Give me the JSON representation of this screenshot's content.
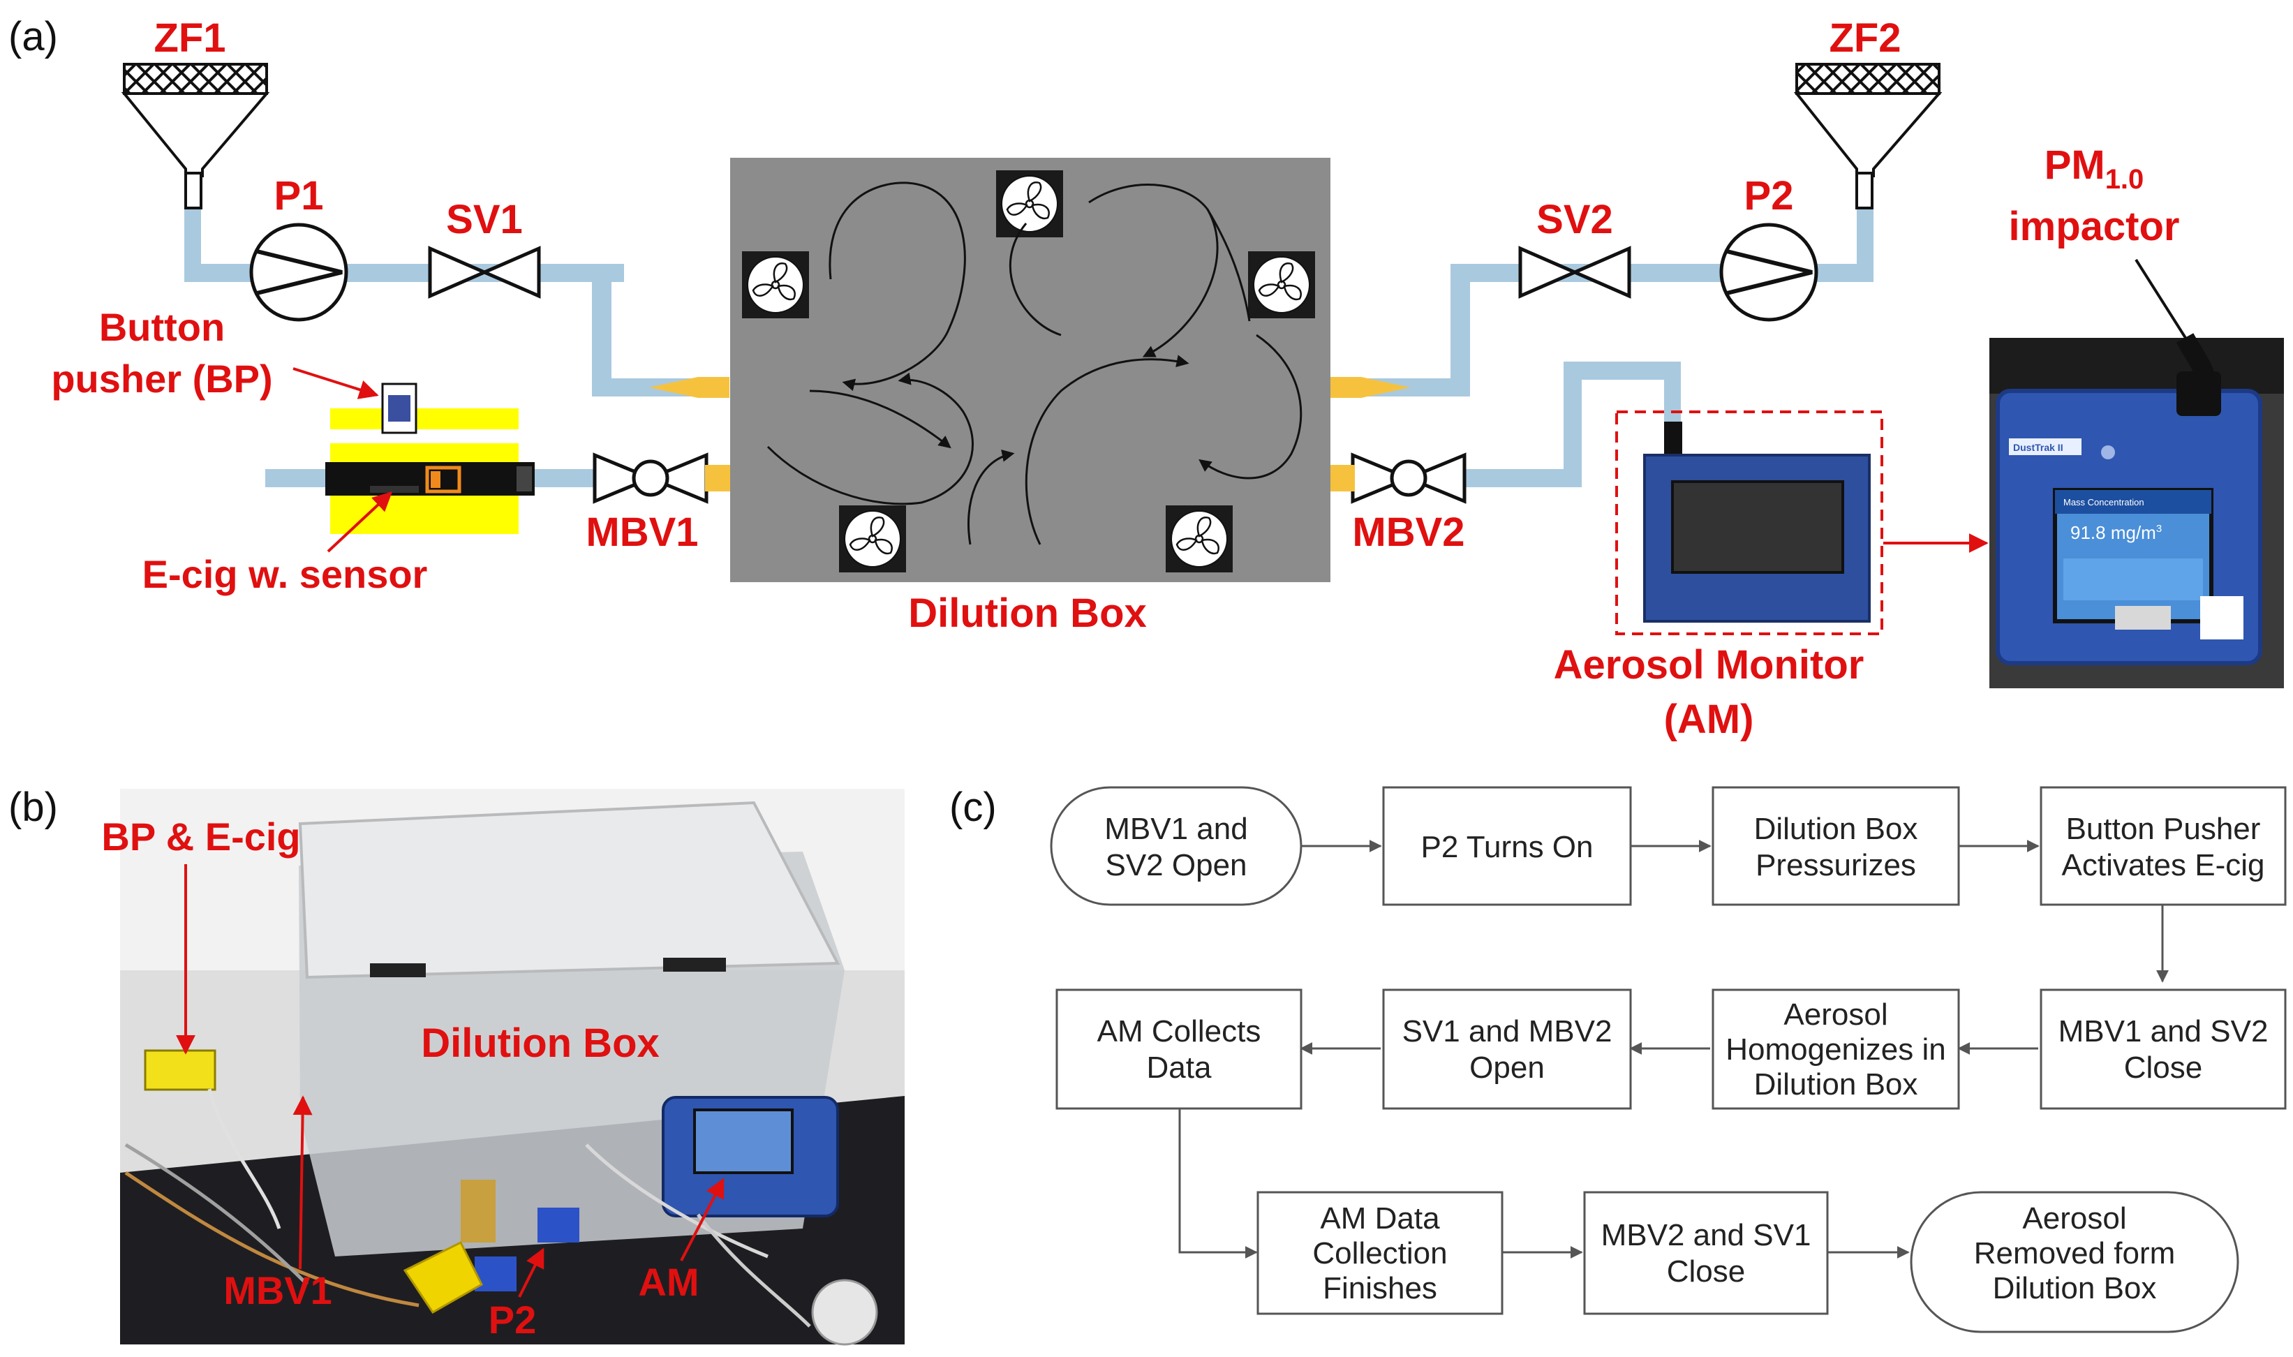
{
  "panels": {
    "a": "(a)",
    "b": "(b)",
    "c": "(c)"
  },
  "colors": {
    "label": "#e01010",
    "pipe": "#a9c9df",
    "box": "#8c8c8c",
    "valve_yellow": "#f6c23e",
    "ecig_yellow": "#ffff00",
    "monitor_blue": "#2d4f9e"
  },
  "schematic": {
    "zf1": "ZF1",
    "zf2": "ZF2",
    "p1": "P1",
    "p2": "P2",
    "sv1": "SV1",
    "sv2": "SV2",
    "mbv1": "MBV1",
    "mbv2": "MBV2",
    "bp_line1": "Button",
    "bp_line2": "pusher (BP)",
    "ecig": "E-cig w. sensor",
    "dilution_box": "Dilution Box",
    "pm_base": "PM",
    "pm_sub": "1.0",
    "impactor": "impactor",
    "am_line1": "Aerosol Monitor",
    "am_line2": "(AM)",
    "monitor_screen_title": "Mass Concentration",
    "monitor_reading": "91.8 mg/m",
    "monitor_reading_exp": "3",
    "monitor_brand": "DustTrak II"
  },
  "photo": {
    "bp_ecig": "BP & E-cig",
    "dilution_box": "Dilution Box",
    "mbv1": "MBV1",
    "p2": "P2",
    "am": "AM"
  },
  "flowchart": {
    "n1": [
      "MBV1 and",
      "SV2 Open"
    ],
    "n2": [
      "P2 Turns On"
    ],
    "n3": [
      "Dilution Box",
      "Pressurizes"
    ],
    "n4": [
      "Button Pusher",
      "Activates E-cig"
    ],
    "n5": [
      "MBV1 and SV2",
      "Close"
    ],
    "n6": [
      "Aerosol",
      "Homogenizes in",
      "Dilution Box"
    ],
    "n7": [
      "SV1 and MBV2",
      "Open"
    ],
    "n8": [
      "AM Collects",
      "Data"
    ],
    "n9": [
      "AM Data",
      "Collection",
      "Finishes"
    ],
    "n10": [
      "MBV2 and SV1",
      "Close"
    ],
    "n11": [
      "Aerosol",
      "Removed form",
      "Dilution Box"
    ]
  }
}
